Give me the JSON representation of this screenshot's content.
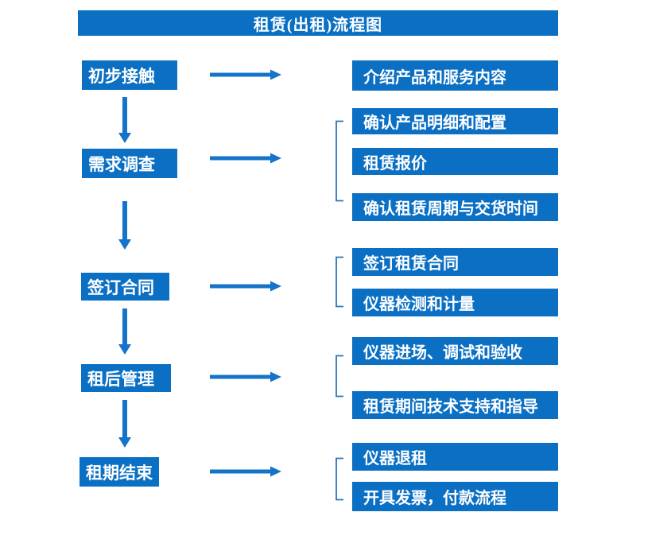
{
  "title": "租赁(出租)流程图",
  "colors": {
    "box_blue": "#0b70c4",
    "arrow_blue": "#1474c9",
    "bracket_blue": "#2e75b6",
    "text_white": "#ffffff",
    "background": "#ffffff"
  },
  "steps": [
    {
      "label": "初步接触",
      "outputs": [
        "介绍产品和服务内容"
      ]
    },
    {
      "label": "需求调查",
      "outputs": [
        "确认产品明细和配置",
        "租赁报价",
        "确认租赁周期与交货时间"
      ]
    },
    {
      "label": "签订合同",
      "outputs": [
        "签订租赁合同",
        "仪器检测和计量"
      ]
    },
    {
      "label": "租后管理",
      "outputs": [
        "仪器进场、调试和验收",
        "租赁期间技术支持和指导"
      ]
    },
    {
      "label": "租期结束",
      "outputs": [
        "仪器退租",
        "开具发票，付款流程"
      ]
    }
  ]
}
